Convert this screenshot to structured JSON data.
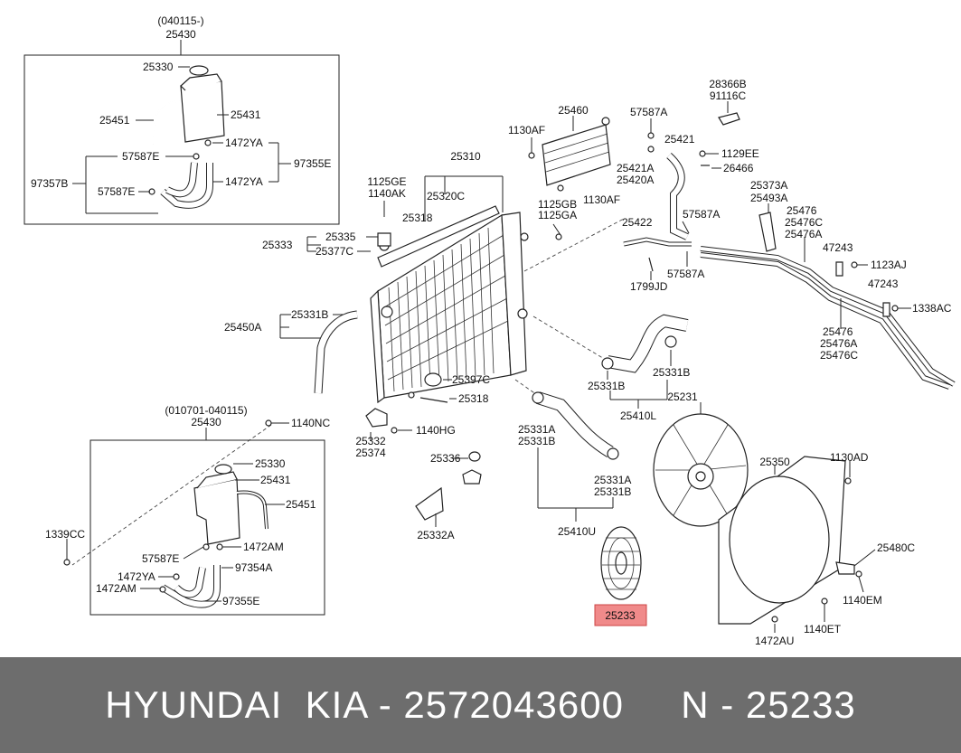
{
  "footer": {
    "caption": "HYUNDAI  KIA - 2572043600     N - 25233"
  },
  "highlight_color": "#f08a8a",
  "labels": {
    "top_date": "(040115-)",
    "top_25430": "25430",
    "top_25330": "25330",
    "top_25451": "25451",
    "top_25431": "25431",
    "top_57587E_a": "57587E",
    "top_1472YA_a": "1472YA",
    "top_97357B": "97357B",
    "top_57587E_b": "57587E",
    "top_1472YA_b": "1472YA",
    "top_97355E": "97355E",
    "r_25310": "25310",
    "r_1125GE": "1125GE",
    "r_1140AK": "1140AK",
    "r_25320C": "25320C",
    "r_25318": "25318",
    "r_25335": "25335",
    "r_25333": "25333",
    "r_25377C": "25377C",
    "r_25331B_l": "25331B",
    "r_25450A": "25450A",
    "r_25397C": "25397C",
    "r_25318_b": "25318",
    "r_25332": "25332",
    "r_25374": "25374",
    "r_1140HG": "1140HG",
    "r_25336": "25336",
    "r_25332A": "25332A",
    "o_25460": "25460",
    "o_1130AF_a": "1130AF",
    "o_57587A_a": "57587A",
    "o_25421": "25421",
    "o_25421A": "25421A",
    "o_25420A": "25420A",
    "o_1130AF_b": "1130AF",
    "o_1125GB": "1125GB",
    "o_1125GA": "1125GA",
    "o_28366B": "28366B",
    "o_91116C": "91116C",
    "o_1129EE": "1129EE",
    "o_26466": "26466",
    "o_25422": "25422",
    "o_57587A_b": "57587A",
    "o_57587A_c": "57587A",
    "o_1799JD": "1799JD",
    "p_25373A": "25373A",
    "p_25493A": "25493A",
    "p_25476": "25476",
    "p_25476C": "25476C",
    "p_25476A": "25476A",
    "p_47243_a": "47243",
    "p_1123AJ": "1123AJ",
    "p_47243_b": "47243",
    "p_1338AC": "1338AC",
    "p2_25476": "25476",
    "p2_25476A": "25476A",
    "p2_25476C": "25476C",
    "h_25331B_a": "25331B",
    "h_25331B_b": "25331B",
    "h_25410L": "25410L",
    "h_25331A_a": "25331A",
    "h_25331B_c": "25331B",
    "h_25331A_b": "25331A",
    "h_25331B_d": "25331B",
    "h_25410U": "25410U",
    "f_25231": "25231",
    "f_25350": "25350",
    "f_1130AD": "1130AD",
    "f_25480C": "25480C",
    "f_1140EM": "1140EM",
    "f_1140ET": "1140ET",
    "f_1472AU": "1472AU",
    "f_25233": "25233",
    "b_date": "(010701-040115)",
    "b_25430": "25430",
    "b_1140NC": "1140NC",
    "b_25330": "25330",
    "b_25431": "25431",
    "b_25451": "25451",
    "b_1339CC": "1339CC",
    "b_57587E": "57587E",
    "b_1472AM_a": "1472AM",
    "b_97354A": "97354A",
    "b_1472YA": "1472YA",
    "b_1472AM_b": "1472AM",
    "b_97355E": "97355E"
  }
}
